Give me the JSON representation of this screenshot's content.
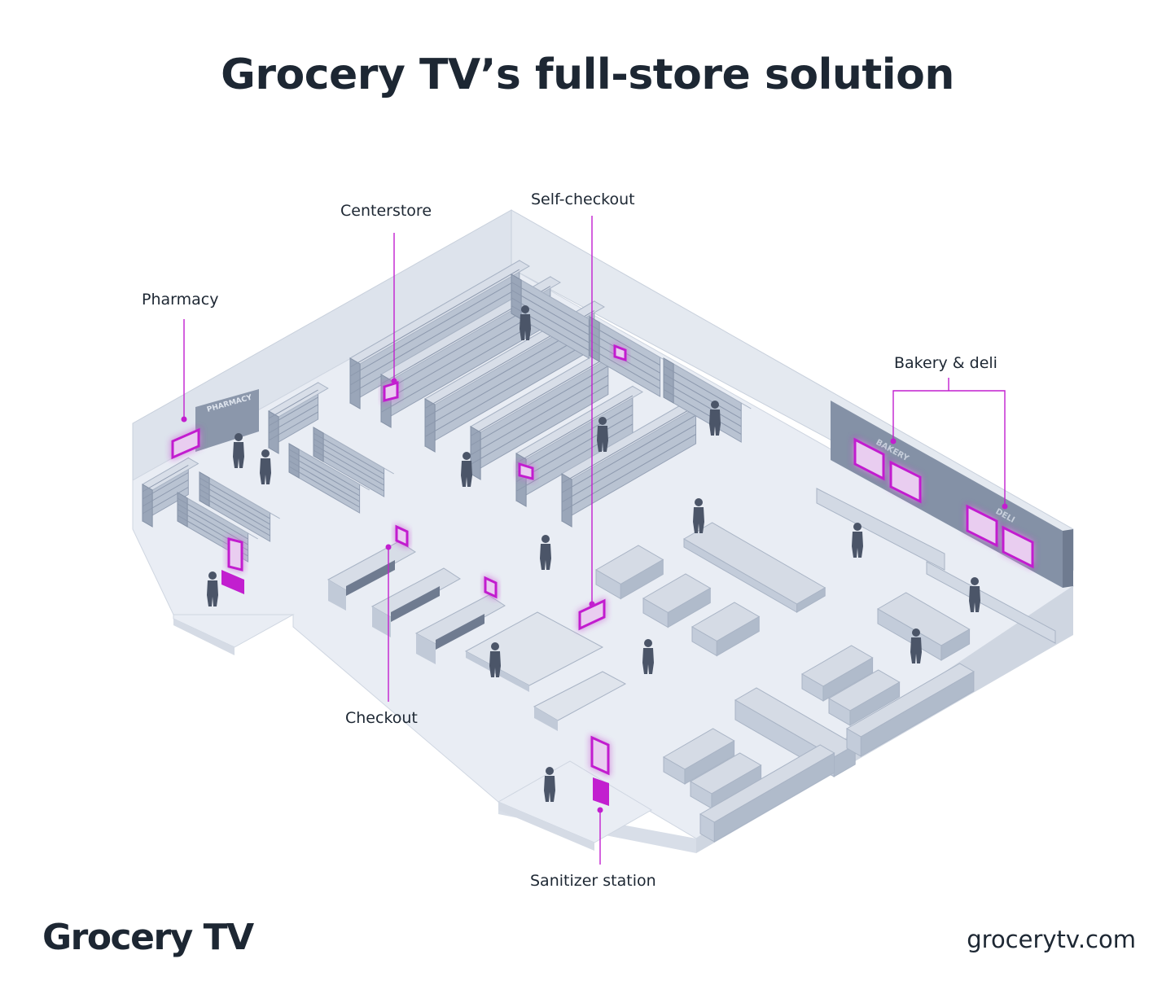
{
  "title": "Grocery TV’s full-store solution",
  "callouts": {
    "pharmacy": "Pharmacy",
    "centerstore": "Centerstore",
    "self_checkout": "Self-checkout",
    "bakery_deli": "Bakery & deli",
    "checkout": "Checkout",
    "sanitizer_station": "Sanitizer station"
  },
  "store_signs": {
    "pharmacy": "PHARMACY",
    "bakery": "BAKERY",
    "deli": "DELI"
  },
  "footer": {
    "brand": "Grocery TV",
    "url": "grocerytv.com"
  },
  "colors": {
    "accent": "#c21fcf",
    "floor": "#e8ecf3",
    "wall": "#dce2ec",
    "fixture": "#a9b4c5",
    "fixture_dark": "#8491a6",
    "person": "#4b5568",
    "text": "#1d2733"
  }
}
